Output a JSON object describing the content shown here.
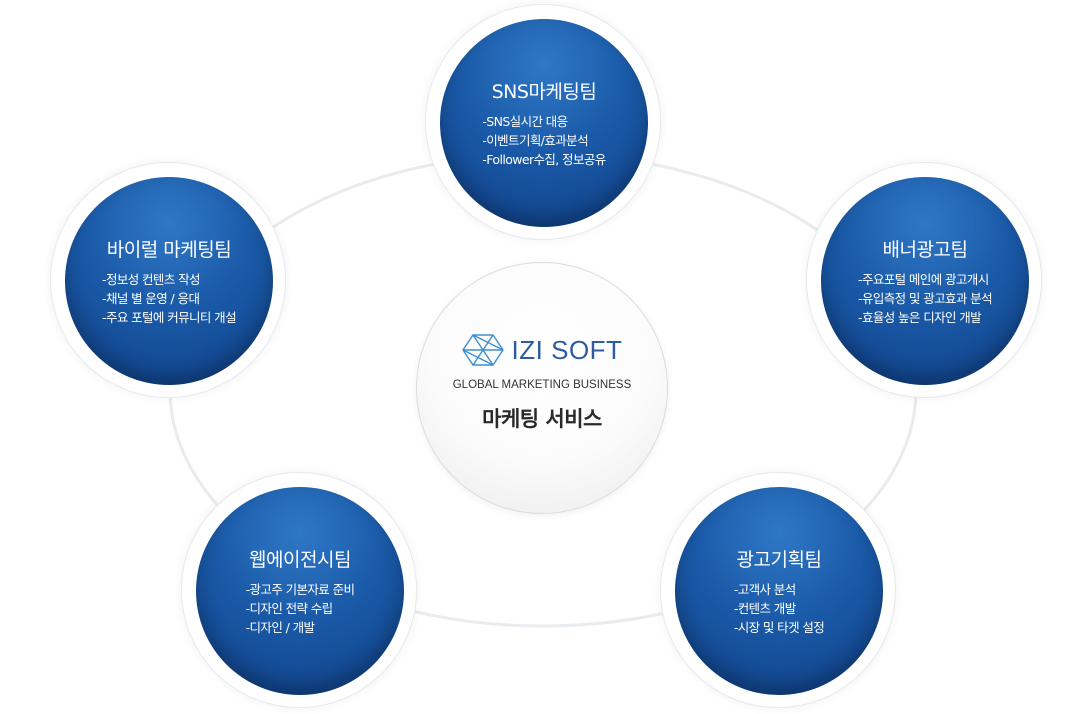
{
  "center": {
    "brand": "IZI SOFT",
    "tagline": "GLOBAL MARKETING BUSINESS",
    "service": "마케팅 서비스"
  },
  "teams": {
    "sns": {
      "title": "SNS마케팅팀",
      "items": [
        "-SNS실시간 대응",
        "-이벤트기획/효과분석",
        "-Follower수집, 정보공유"
      ]
    },
    "banner": {
      "title": "배너광고팀",
      "items": [
        "-주요포털 메인에 광고개시",
        "-유입측정 및 광고효과 분석",
        "-효율성 높은 디자인 개발"
      ]
    },
    "planning": {
      "title": "광고기획팀",
      "items": [
        "-고객사 분석",
        "-컨텐츠 개발",
        "-시장 및 타겟 설정"
      ]
    },
    "webagency": {
      "title": "웹에이전시팀",
      "items": [
        "-광고주 기본자료 준비",
        "-디자인 전략 수립",
        "-디자인 / 개발"
      ]
    },
    "viral": {
      "title": "바이럴 마케팅팀",
      "items": [
        "-정보성 컨텐츠 작성",
        "-채널 별 운영 / 응대",
        "-주요 포털에 커뮤니티 개설"
      ]
    }
  },
  "colors": {
    "team_circle": "#1a5aa8",
    "brand": "#2d5ca0",
    "ring": "#e9ecef"
  }
}
